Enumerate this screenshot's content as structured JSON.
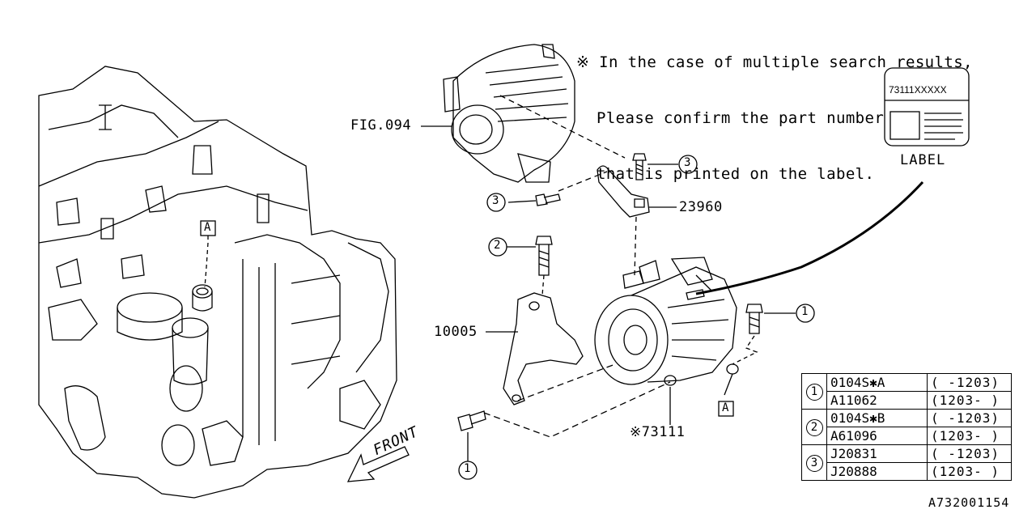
{
  "note": {
    "line1": "※ In the case of multiple search results,",
    "line2": "Please confirm the part number",
    "line3": "that is printed on the label."
  },
  "label_card": {
    "code": "73111XXXXX",
    "caption": "LABEL"
  },
  "callouts": {
    "fig": "FIG.094",
    "bracket_part": "23960",
    "mount_part": "10005",
    "compressor_part": "※73111",
    "marker_a": "A",
    "front": "FRONT",
    "bolt_num_1": "1",
    "bolt_num_2": "2",
    "bolt_num_3": "3"
  },
  "legend": [
    {
      "ref": "1",
      "rows": [
        {
          "part": "0104S✱A",
          "range": "( -1203)"
        },
        {
          "part": "A11062",
          "range": "(1203- )"
        }
      ]
    },
    {
      "ref": "2",
      "rows": [
        {
          "part": "0104S✱B",
          "range": "( -1203)"
        },
        {
          "part": "A61096",
          "range": "(1203- )"
        }
      ]
    },
    {
      "ref": "3",
      "rows": [
        {
          "part": "J20831",
          "range": "( -1203)"
        },
        {
          "part": "J20888",
          "range": "(1203- )"
        }
      ]
    }
  ],
  "reference_number": "A732001154"
}
